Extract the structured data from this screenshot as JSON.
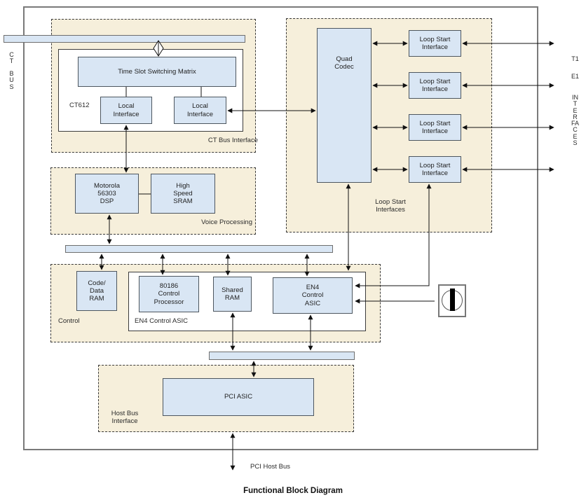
{
  "diagram": {
    "title": "Functional Block Diagram",
    "bottom_bus_label": "PCI Host Bus",
    "left_bus_label_top": "CT",
    "left_bus_label_bottom": "BUS",
    "right_labels": {
      "t1": "T1",
      "e1": "E1",
      "interfaces": "INTERFACES"
    },
    "groups": {
      "ct_bus_interface": {
        "label": "CT Bus Interface",
        "chip": "CT612",
        "tssm": "Time Slot Switching Matrix",
        "local_interface_left": "Local\nInterface",
        "local_interface_right": "Local\nInterface"
      },
      "voice_processing": {
        "label": "Voice Processing",
        "dsp": "Motorola\n56303\nDSP",
        "sram": "High\nSpeed\nSRAM"
      },
      "control": {
        "label": "Control",
        "inner_group_label": "EN4 Control ASIC",
        "code_data_ram": "Code/\nData\nRAM",
        "processor": "80186\nControl\nProcessor",
        "shared_ram": "Shared\nRAM",
        "en4_asic": "EN4\nControl\nASIC"
      },
      "loop_start": {
        "label": "Loop Start\nInterfaces",
        "quad_codec": "Quad\nCodec",
        "interfaces": [
          "Loop Start\nInterface",
          "Loop Start\nInterface",
          "Loop Start\nInterface",
          "Loop Start\nInterface"
        ]
      },
      "host_bus": {
        "label": "Host Bus\nInterface",
        "pci_asic": "PCI ASIC"
      }
    },
    "colors": {
      "box_fill": "#d9e6f4",
      "group_fill": "#f6efdb",
      "line": "#111111",
      "border": "#4d565f"
    }
  }
}
